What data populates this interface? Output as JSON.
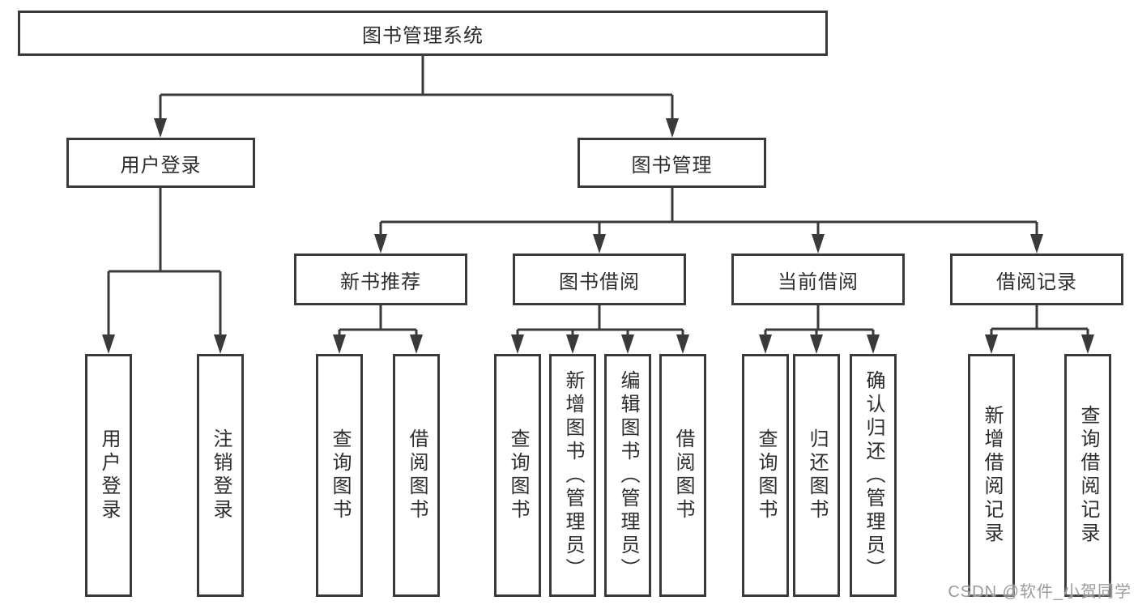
{
  "title": {
    "label": "图书管理系统"
  },
  "modules": [
    {
      "label": "用户登录"
    },
    {
      "label": "图书管理"
    }
  ],
  "submodules": [
    {
      "label": "新书推荐",
      "parent": "图书管理"
    },
    {
      "label": "图书借阅",
      "parent": "图书管理"
    },
    {
      "label": "当前借阅",
      "parent": "图书管理"
    },
    {
      "label": "借阅记录",
      "parent": "图书管理"
    }
  ],
  "functions": [
    {
      "label": "用户登录",
      "parent": "用户登录"
    },
    {
      "label": "注销登录",
      "parent": "用户登录"
    },
    {
      "label": "查询图书",
      "parent": "新书推荐"
    },
    {
      "label": "借阅图书",
      "parent": "新书推荐"
    },
    {
      "label": "查询图书",
      "parent": "图书借阅"
    },
    {
      "label": "新增图书（管理员）",
      "parent": "图书借阅"
    },
    {
      "label": "编辑图书（管理员）",
      "parent": "图书借阅"
    },
    {
      "label": "借阅图书",
      "parent": "图书借阅"
    },
    {
      "label": "查询图书",
      "parent": "当前借阅"
    },
    {
      "label": "归还图书",
      "parent": "当前借阅"
    },
    {
      "label": "确认归还（管理员）",
      "parent": "当前借阅"
    },
    {
      "label": "新增借阅记录",
      "parent": "借阅记录"
    },
    {
      "label": "查询借阅记录",
      "parent": "借阅记录"
    }
  ],
  "watermark": {
    "label": "CSDN @软件_小贺同学"
  },
  "colors": {
    "line": "#3a3a3a",
    "text": "#2d2d2d",
    "background": "#ffffff",
    "watermark": "#9b9b9b"
  }
}
